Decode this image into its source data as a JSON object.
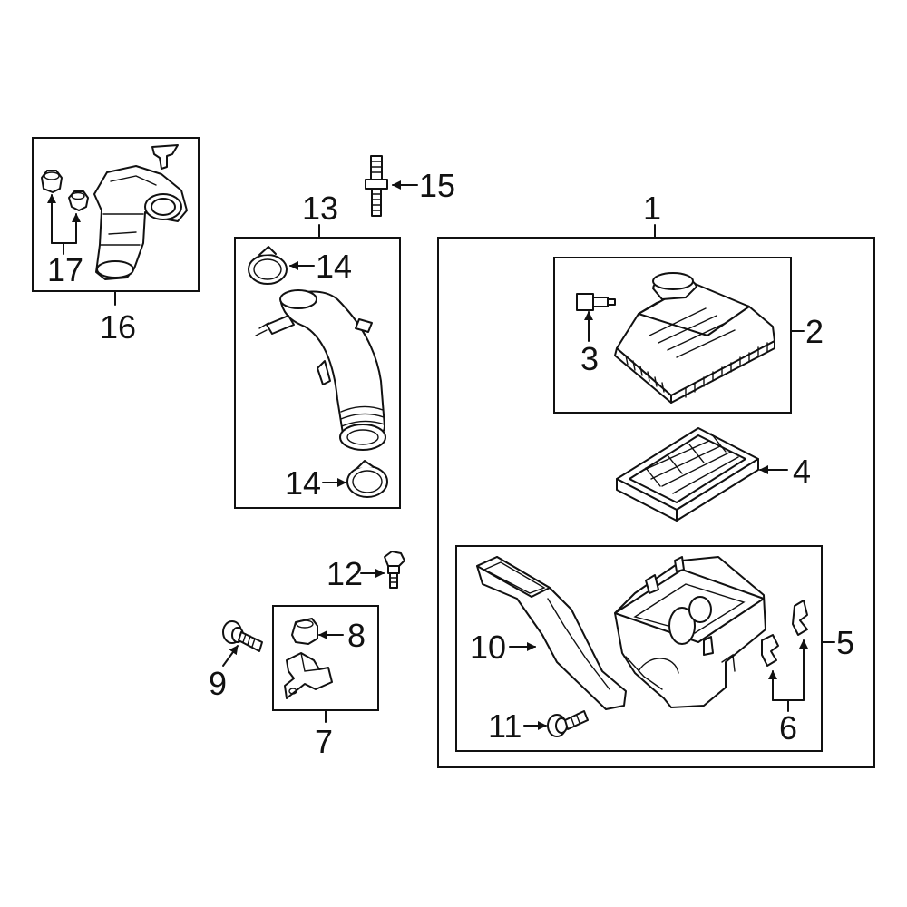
{
  "diagram": {
    "callouts": {
      "c1": "1",
      "c2": "2",
      "c3": "3",
      "c4": "4",
      "c5": "5",
      "c6": "6",
      "c7": "7",
      "c8": "8",
      "c9": "9",
      "c10": "10",
      "c11": "11",
      "c12": "12",
      "c13": "13",
      "c14a": "14",
      "c14b": "14",
      "c15": "15",
      "c16": "16",
      "c17": "17"
    },
    "colors": {
      "ink": "#111111",
      "background": "#ffffff"
    }
  }
}
